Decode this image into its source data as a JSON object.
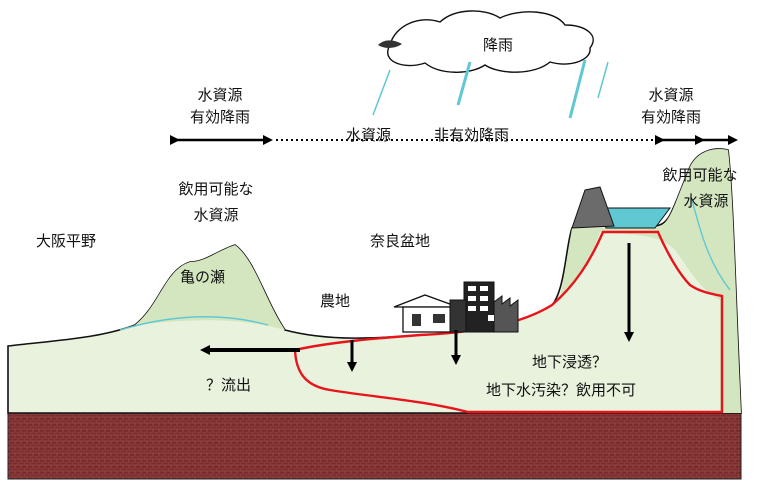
{
  "labels": {
    "rain": "降雨",
    "left_water_resource": "水資源",
    "left_effective_rain": "有効降雨",
    "middle_water_resource": "水資源",
    "middle_ineffective_rain": "非有効降雨",
    "right_water_resource": "水資源",
    "right_effective_rain": "有効降雨",
    "left_drinkable": "飲用可能な",
    "left_drinkable_resource": "水資源",
    "right_drinkable": "飲用可能な",
    "right_drinkable_resource": "水資源",
    "osaka_plain": "大阪平野",
    "nara_basin": "奈良盆地",
    "kamenose": "亀の瀬",
    "farmland": "農地",
    "outflow": "？流出",
    "infiltration": "地下浸透？",
    "contamination": "地下水汚染？飲用不可"
  },
  "colors": {
    "ground": "#e8f2dd",
    "hills": "#d7e8c2",
    "bedrock": "#7a2b2b",
    "water": "#5fc8d3",
    "contamination_line": "#e8141c",
    "arrow": "#000000"
  }
}
